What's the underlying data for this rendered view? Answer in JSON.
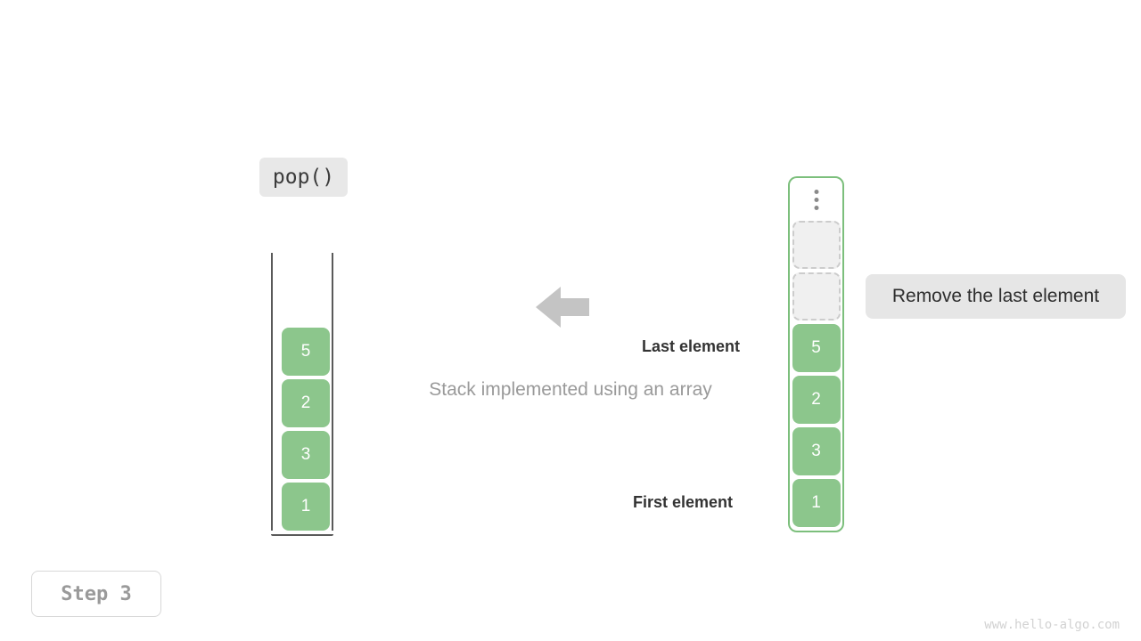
{
  "diagram": {
    "operation_label": "pop()",
    "caption": "Stack implemented using an array",
    "step_label": "Step 3",
    "watermark": "www.hello-algo.com",
    "callout": "Remove the last element",
    "annotations": {
      "last_element": "Last element",
      "first_element": "First element"
    },
    "colors": {
      "cell_fill": "#8cc68c",
      "cell_text": "#ffffff",
      "stack_border": "#7cbf7c",
      "array_wall": "#5a5a5a",
      "empty_cell_fill": "#f0f0f0",
      "empty_cell_border": "#cccccc",
      "arrow": "#c4c4c4",
      "label_box": "#e8e8e8",
      "callout_box": "#e6e6e6",
      "caption_text": "#9a9a9a",
      "annotation_text": "#333333",
      "watermark_text": "#d2d2d2"
    },
    "array_stack": {
      "name": "array-container",
      "values": [
        "1",
        "3",
        "2",
        "5"
      ]
    },
    "abstract_stack": {
      "name": "stack-container",
      "values": [
        "1",
        "3",
        "2",
        "5"
      ],
      "empty_slots": 2,
      "ellipsis_dots": 3
    },
    "arrow_icon": "arrow-left-icon"
  }
}
